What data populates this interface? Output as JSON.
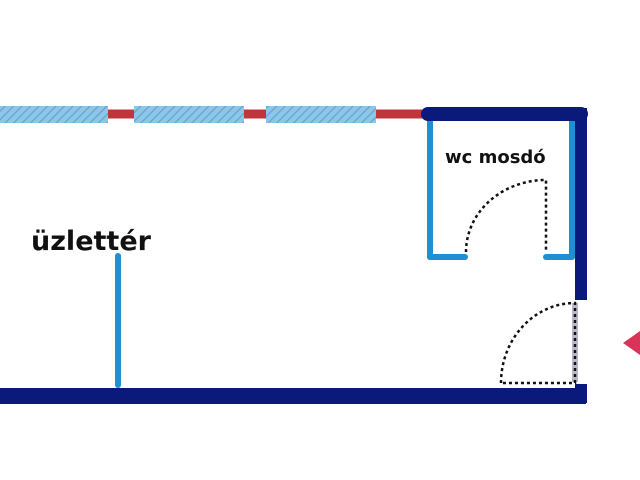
{
  "floor_plan": {
    "rooms": [
      {
        "id": "shop",
        "label": "üzlettér"
      },
      {
        "id": "wc",
        "label": "wc mosdó"
      }
    ],
    "colors": {
      "exterior_wall": "#0a1a7a",
      "interior_wall": "#1e8fd0",
      "glazing_wall": "#c0343c",
      "window_fill": "#8ec6e8",
      "window_hatch": "#5aa6d6",
      "door_swing": "#111111",
      "door_leaf": "#b8b8c8",
      "watermark": "#e4ecf3",
      "entrance_arrow": "#d8345a"
    },
    "window_count": 3,
    "door_count": 2,
    "entrance_arrow_icon": "arrow-left-icon"
  }
}
